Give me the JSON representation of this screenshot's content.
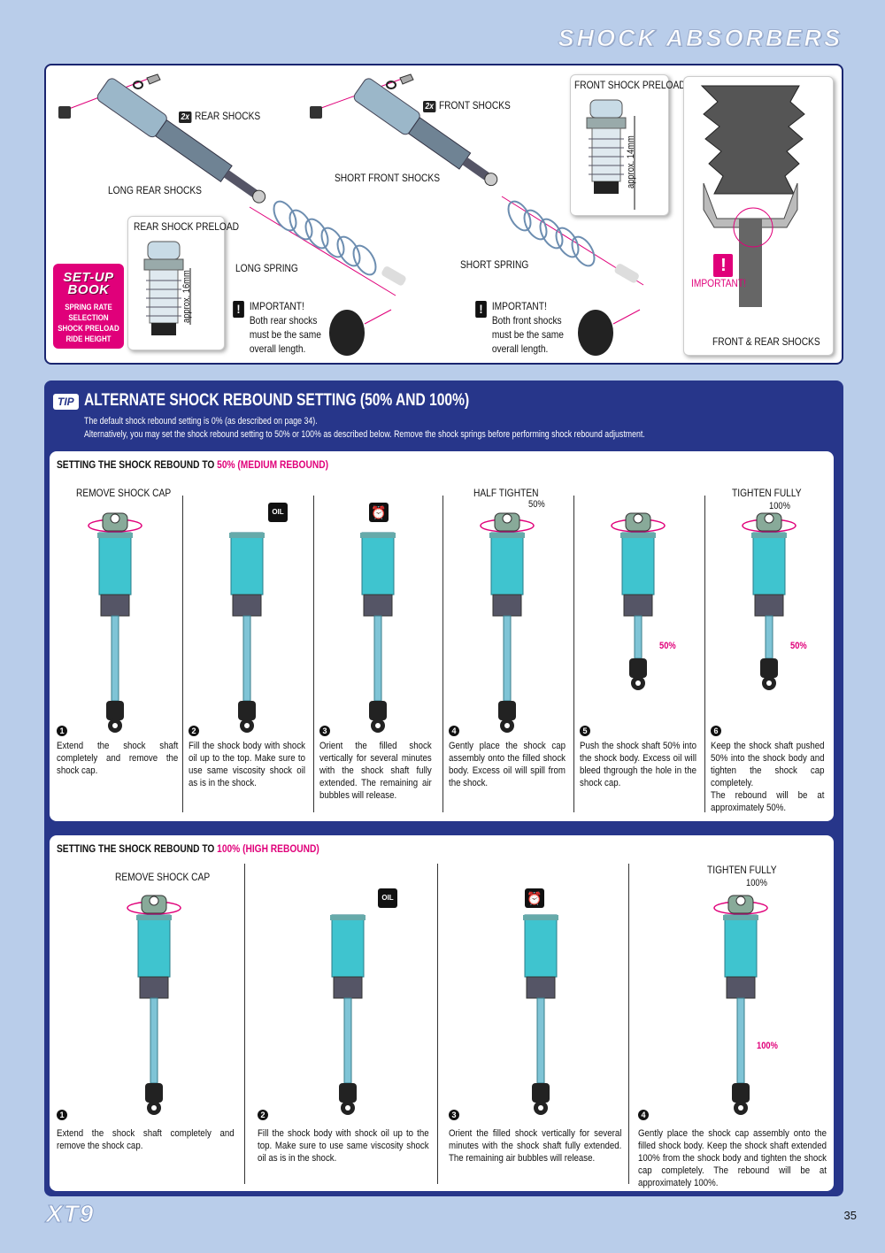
{
  "page": {
    "title": "SHOCK ABSORBERS",
    "brand": "XT9",
    "page_number": "35"
  },
  "assembly": {
    "rear_qty": "2x",
    "rear_label": "REAR SHOCKS",
    "front_qty": "2x",
    "front_label": "FRONT SHOCKS",
    "long_rear": "LONG REAR SHOCKS",
    "short_front": "SHORT FRONT SHOCKS",
    "long_spring": "LONG SPRING",
    "short_spring": "SHORT SPRING",
    "rear_preload_title": "REAR SHOCK PRELOAD",
    "rear_preload_dim": "approx. 16mm",
    "front_preload_title": "FRONT SHOCK PRELOAD",
    "front_preload_dim": "approx. 14mm",
    "important_rear": [
      "IMPORTANT!",
      "Both rear shocks",
      "must be the same",
      "overall length."
    ],
    "important_front": [
      "IMPORTANT!",
      "Both front shocks",
      "must be the same",
      "overall length."
    ],
    "boot_important": "IMPORTANT!",
    "boot_label": "FRONT & REAR SHOCKS",
    "setup_book": {
      "title1": "SET-UP",
      "title2": "BOOK",
      "items": [
        "SPRING RATE",
        "SELECTION",
        "SHOCK PRELOAD",
        "RIDE HEIGHT"
      ]
    }
  },
  "tip": {
    "icon": "TIP",
    "heading": "ALTERNATE SHOCK REBOUND SETTING (50% AND 100%)",
    "line1": "The default shock rebound setting is 0% (as described on page 34).",
    "line2": "Alternatively, you may set the shock rebound setting to 50% or 100% as described below. Remove the shock springs before performing shock rebound adjustment."
  },
  "panel50": {
    "heading_a": "SETTING THE SHOCK REBOUND TO ",
    "heading_b": "50% (MEDIUM REBOUND)",
    "steps": [
      {
        "num": "1",
        "top": "REMOVE SHOCK CAP",
        "text": "Extend the shock shaft completely and remove the shock cap."
      },
      {
        "num": "2",
        "top": "",
        "text": "Fill the shock body with shock oil up to the top. Make sure to use same viscosity shock oil as is in the shock."
      },
      {
        "num": "3",
        "top": "",
        "text": "Orient the filled shock vertically for several minutes with the shock shaft fully extended. The remaining air bubbles will release."
      },
      {
        "num": "4",
        "top": "HALF TIGHTEN",
        "pct": "50%",
        "text": "Gently place the shock cap assembly onto the filled shock body. Excess oil will spill from the shock."
      },
      {
        "num": "5",
        "top": "",
        "mark": "50%",
        "text": "Push the shock shaft 50% into the shock body. Excess oil will bleed thgrough the hole in the shock cap."
      },
      {
        "num": "6",
        "top": "TIGHTEN FULLY",
        "pct": "100%",
        "mark": "50%",
        "text": "Keep the shock shaft pushed 50% into the shock body and tighten the shock cap completely.",
        "text2": "The rebound will be at approximately 50%."
      }
    ]
  },
  "panel100": {
    "heading_a": "SETTING THE SHOCK REBOUND TO ",
    "heading_b": "100% (HIGH REBOUND)",
    "steps": [
      {
        "num": "1",
        "top": "REMOVE SHOCK CAP",
        "text": "Extend the shock shaft completely and remove the shock cap."
      },
      {
        "num": "2",
        "top": "",
        "text": "Fill the shock body with shock oil up to the top. Make sure to use same viscosity shock oil as is in the shock."
      },
      {
        "num": "3",
        "top": "",
        "text": "Orient the filled shock vertically for several minutes with the shock shaft fully extended. The remaining air bubbles will release."
      },
      {
        "num": "4",
        "top": "TIGHTEN FULLY",
        "pct": "100%",
        "mark": "100%",
        "text": "Gently place the shock cap assembly onto the filled shock body. Keep the shock shaft extended 100% from the shock body and tighten the shock cap completely. The rebound will be at approximately 100%."
      }
    ]
  },
  "icons": {
    "oil": "OIL",
    "timer": "timer-icon"
  },
  "colors": {
    "accent": "#e0007a",
    "navy": "#27368a",
    "shock_body": "#3fc4cf",
    "page_bg": "#b9cdea"
  }
}
